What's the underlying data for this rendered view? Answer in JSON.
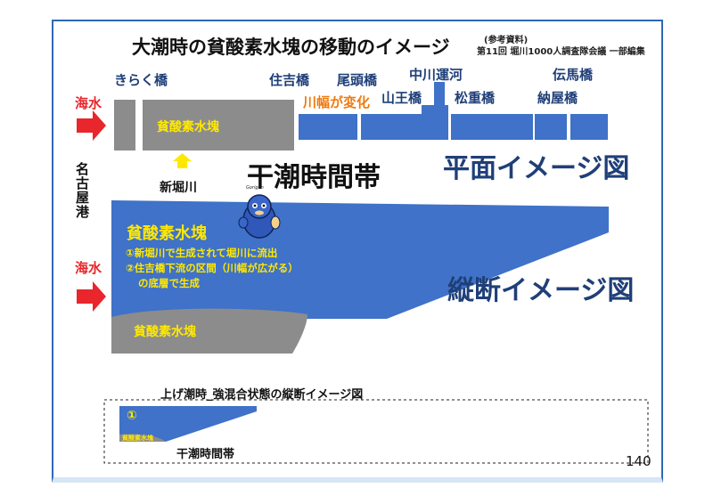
{
  "title": "大潮時の貧酸素水塊の移動のイメージ",
  "reference": {
    "line1": "(参考資料)",
    "line2": "第11回 堀川1000人調査隊会議 一部編集"
  },
  "sea_labels": [
    "海水",
    "海水"
  ],
  "port_label": "名古屋港",
  "bridges": {
    "kirakubashi": "きらく橋",
    "sumiyoshibashi": "住吉橋",
    "obibashi": "尾頭橋",
    "nakagawa_canal": "中川運河",
    "denmabashi": "伝馬橋",
    "sannobashi": "山王橋",
    "matsushigebashi": "松重橋",
    "nayabashi": "納屋橋"
  },
  "river_width_change": "川幅が変化",
  "plan_view": {
    "hypoxic_mass": "貧酸素水塊",
    "shinhorikawa": "新堀川",
    "label": "平面イメージ図"
  },
  "low_tide_period": "干潮時間帯",
  "section_view": {
    "label": "縦断イメージ図",
    "hypoxic_title": "貧酸素水塊",
    "note1": "①新堀川で生成されて堀川に流出",
    "note2": "②住吉橋下流の区間（川幅が広がる）",
    "note3": "の底層で生成",
    "bottom_mass": "貧酸素水塊"
  },
  "mascot_tag": "Gorigon",
  "inset": {
    "title": "上げ潮時_強混合状態の縦断イメージ図",
    "marker": "①",
    "mass_label": "貧酸素水塊",
    "period": "干潮時間帯"
  },
  "page_number": "140",
  "colors": {
    "water_blue": "#3f72c8",
    "gray": "#8c8c8c",
    "yellow_text": "#ffe800",
    "red_arrow": "#e8262c",
    "label_blue": "#1f3f78",
    "orange": "#f07a10"
  }
}
